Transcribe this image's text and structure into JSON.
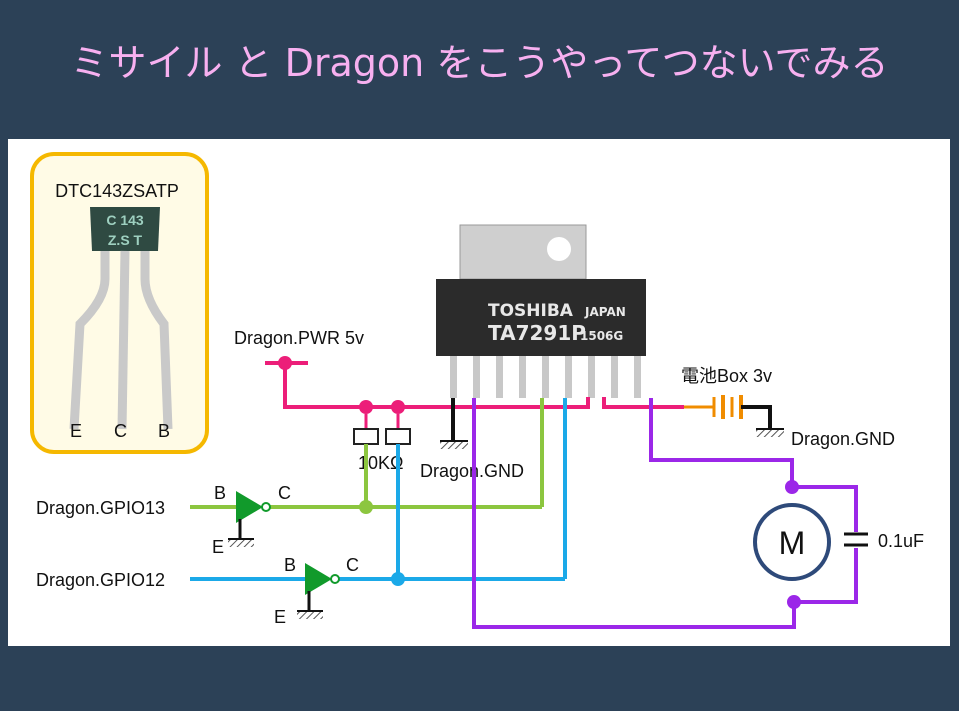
{
  "title": "ミサイル と Dragon をこうやってつないでみる",
  "colors": {
    "background": "#2c4157",
    "title": "#f7b0f0",
    "power_wire": "#ec1e79",
    "gpio13_wire": "#8cc63f",
    "gpio12_wire": "#1ba9e8",
    "motor_wire": "#9b27e8",
    "inverter": "#119a2b",
    "transistor_frame": "#f5b800",
    "battery": "#f08c00"
  },
  "transistor": {
    "part_number": "DTC143ZSATP",
    "marking_line1": "C 143",
    "marking_line2": "Z.S T",
    "pin_e": "E",
    "pin_c": "C",
    "pin_b": "B"
  },
  "chip": {
    "brand": "TOSHIBA",
    "origin": "JAPAN",
    "model": "TA7291P",
    "date_code": "1506G"
  },
  "labels": {
    "power": "Dragon.PWR 5v",
    "resistor": "10KΩ",
    "gnd_chip": "Dragon.GND",
    "battery": "電池Box 3v",
    "gnd_battery": "Dragon.GND",
    "gpio13": "Dragon.GPIO13",
    "gpio12": "Dragon.GPIO12",
    "inv1_b": "B",
    "inv1_c": "C",
    "inv1_e": "E",
    "inv2_b": "B",
    "inv2_c": "C",
    "inv2_e": "E",
    "motor": "M",
    "capacitor": "0.1uF"
  }
}
